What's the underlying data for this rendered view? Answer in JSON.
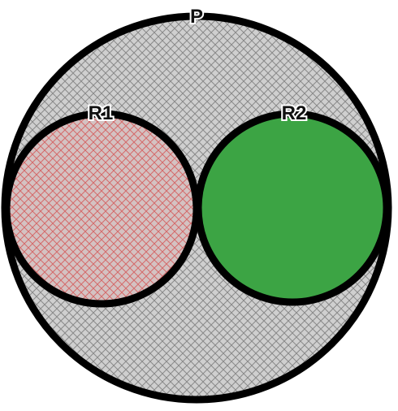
{
  "diagram": {
    "outer": {
      "label": "P",
      "fill": "#cfcfcf",
      "hatch": "#8a8a8a",
      "stroke": "#000000"
    },
    "left": {
      "label": "R1",
      "fill": "#d4c2c2",
      "hatch": "#d46a6a",
      "stroke": "#000000"
    },
    "right": {
      "label": "R2",
      "fill": "#3ca444",
      "stroke": "#000000"
    }
  }
}
